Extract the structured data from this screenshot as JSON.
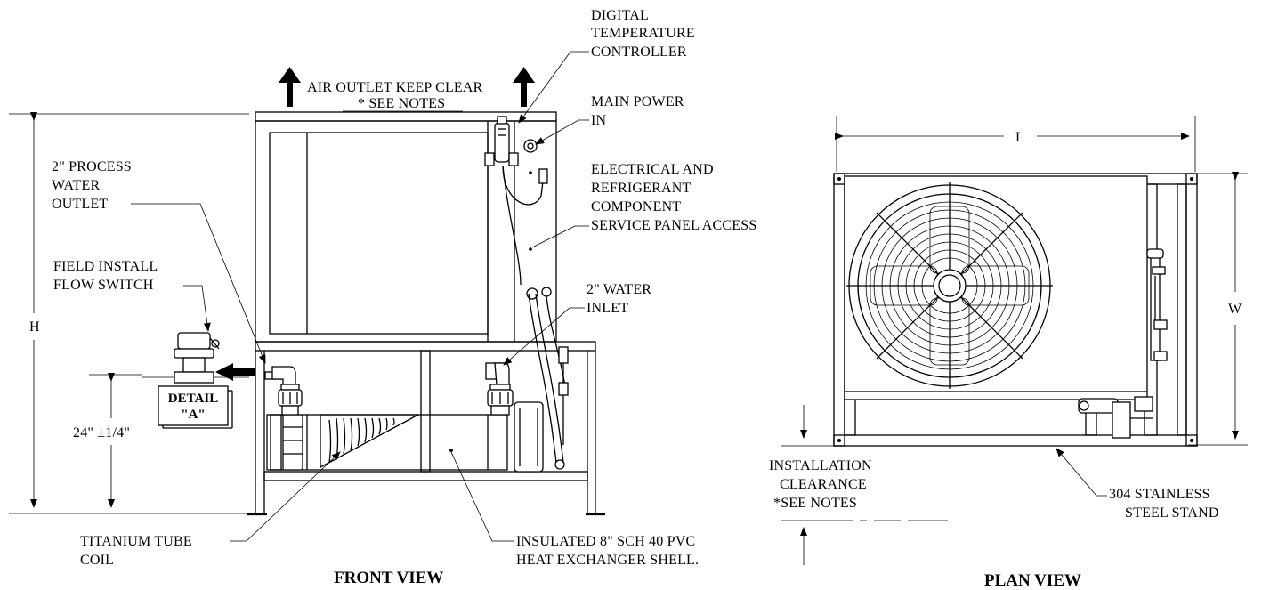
{
  "front_view": {
    "title": "FRONT VIEW",
    "labels": {
      "digital_controller": [
        "DIGITAL",
        "TEMPERATURE",
        "CONTROLLER"
      ],
      "air_outlet": "AIR OUTLET KEEP CLEAR",
      "see_notes": "* SEE NOTES",
      "main_power": [
        "MAIN POWER",
        "IN"
      ],
      "process_outlet": [
        "2\" PROCESS",
        "WATER",
        "OUTLET"
      ],
      "electrical_panel": [
        "ELECTRICAL AND",
        "REFRIGERANT",
        "COMPONENT",
        "SERVICE PANEL ACCESS"
      ],
      "flow_switch": [
        "FIELD INSTALL",
        "FLOW SWITCH"
      ],
      "water_inlet": [
        "2\" WATER",
        "INLET"
      ],
      "height": "H",
      "detail_a": [
        "DETAIL",
        "\"A\""
      ],
      "base_height": "24\" ±1/4\"",
      "titanium_coil": [
        "TITANIUM TUBE",
        "COIL"
      ],
      "pvc_shell": [
        "INSULATED 8\" SCH 40 PVC",
        "HEAT EXCHANGER SHELL."
      ]
    }
  },
  "plan_view": {
    "title": "PLAN VIEW",
    "labels": {
      "length": "L",
      "width": "W",
      "clearance": [
        "INSTALLATION",
        "CLEARANCE",
        "*SEE NOTES"
      ],
      "stand": [
        "304 STAINLESS",
        "STEEL STAND"
      ]
    }
  }
}
